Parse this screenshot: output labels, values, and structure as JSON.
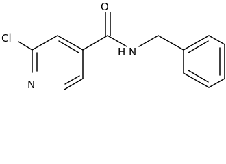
{
  "molecule": {
    "atoms": {
      "oxygen": "O",
      "chlorine": "Cl",
      "amide_nitrogen": "N",
      "amide_hydrogen": "H",
      "ring_nitrogen": "N"
    },
    "line_color": "#000000",
    "background": "#ffffff"
  }
}
